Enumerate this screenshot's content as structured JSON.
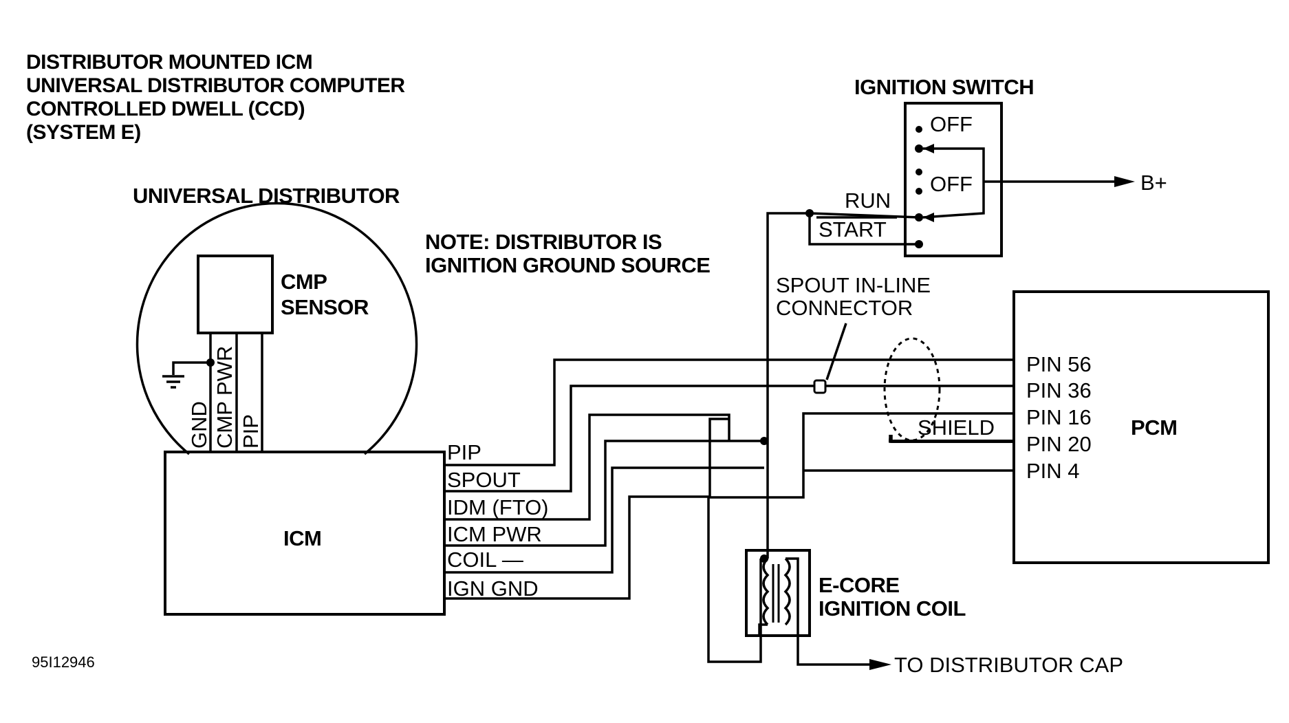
{
  "title": {
    "line1": "DISTRIBUTOR MOUNTED ICM",
    "line2": "UNIVERSAL DISTRIBUTOR COMPUTER",
    "line3": "CONTROLLED DWELL (CCD)",
    "line4": "(SYSTEM E)"
  },
  "distributor": {
    "label": "UNIVERSAL DISTRIBUTOR",
    "cmp_line1": "CMP",
    "cmp_line2": "SENSOR",
    "wire_gnd": "GND",
    "wire_cmp_pwr": "CMP PWR",
    "wire_pip": "PIP"
  },
  "note": {
    "line1": "NOTE: DISTRIBUTOR IS",
    "line2": "IGNITION GROUND SOURCE"
  },
  "icm": {
    "label": "ICM",
    "wires": [
      "PIP",
      "SPOUT",
      "IDM (FTO)",
      "ICM PWR",
      "COIL —",
      "IGN GND"
    ]
  },
  "ignition_switch": {
    "label": "IGNITION SWITCH",
    "off1": "OFF",
    "off2": "OFF",
    "run": "RUN",
    "start": "START",
    "b_plus": "B+"
  },
  "spout_connector": {
    "line1": "SPOUT IN-LINE",
    "line2": "CONNECTOR"
  },
  "shield": "SHIELD",
  "pcm": {
    "label": "PCM",
    "pins": [
      "PIN 56",
      "PIN 36",
      "PIN 16",
      "PIN 20",
      "PIN 4"
    ]
  },
  "coil": {
    "line1": "E-CORE",
    "line2": "IGNITION COIL",
    "to_cap": "TO DISTRIBUTOR CAP"
  },
  "figure_id": "95I12946"
}
